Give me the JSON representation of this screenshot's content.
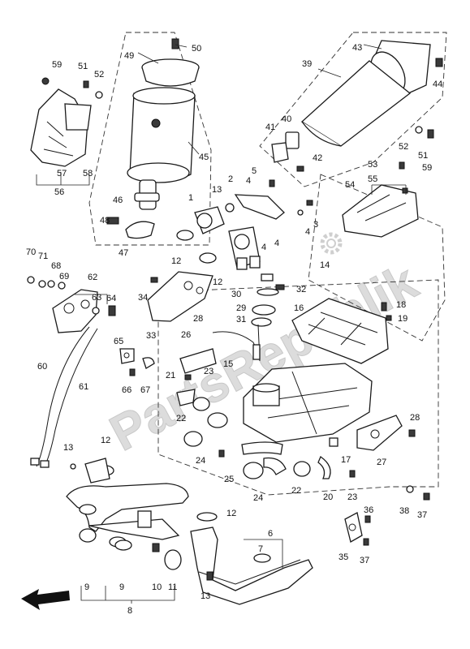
{
  "watermark": {
    "text": "PartsRepublik",
    "color": "#d9d9d9"
  },
  "icons": {
    "direction_arrow": "front-direction-arrow-icon",
    "gear": "gear-logo-icon"
  },
  "callouts": [
    "1",
    "2",
    "3",
    "4",
    "4",
    "4",
    "4",
    "5",
    "6",
    "7",
    "8",
    "9",
    "9",
    "10",
    "11",
    "12",
    "12",
    "12",
    "12",
    "13",
    "13",
    "13",
    "14",
    "15",
    "16",
    "17",
    "18",
    "19",
    "20",
    "21",
    "22",
    "22",
    "23",
    "23",
    "24",
    "24",
    "25",
    "26",
    "27",
    "28",
    "28",
    "29",
    "30",
    "31",
    "32",
    "33",
    "34",
    "35",
    "36",
    "37",
    "37",
    "38",
    "39",
    "40",
    "41",
    "42",
    "43",
    "44",
    "45",
    "46",
    "47",
    "48",
    "49",
    "50",
    "51",
    "51",
    "52",
    "52",
    "53",
    "54",
    "55",
    "56",
    "57",
    "58",
    "59",
    "59",
    "60",
    "61",
    "62",
    "63",
    "64",
    "65",
    "66",
    "67",
    "68",
    "69",
    "70",
    "71"
  ]
}
